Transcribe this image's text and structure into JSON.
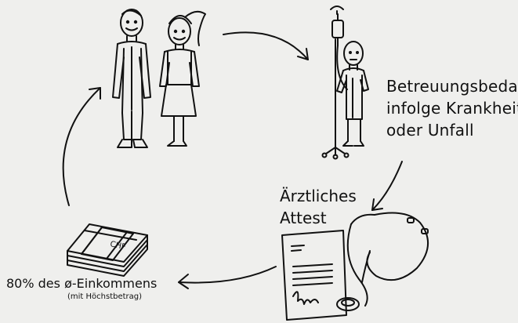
{
  "care_label": [
    "Betreuungsbedarf",
    "infolge Krankheit",
    "oder Unfall"
  ],
  "attest_label": [
    "Ärztliches",
    "Attest"
  ],
  "income_label": "80% des ø-Einkommens",
  "income_sublabel": "(mit Höchstbetrag)",
  "money_stack_text": "CHF",
  "colors": {
    "background": "#efefed",
    "ink": "#111111"
  },
  "icons": [
    "parents-illustration",
    "child-on-iv-drip-illustration",
    "doctor-attest-stethoscope-illustration",
    "money-stack-illustration",
    "cycle-arrow"
  ]
}
